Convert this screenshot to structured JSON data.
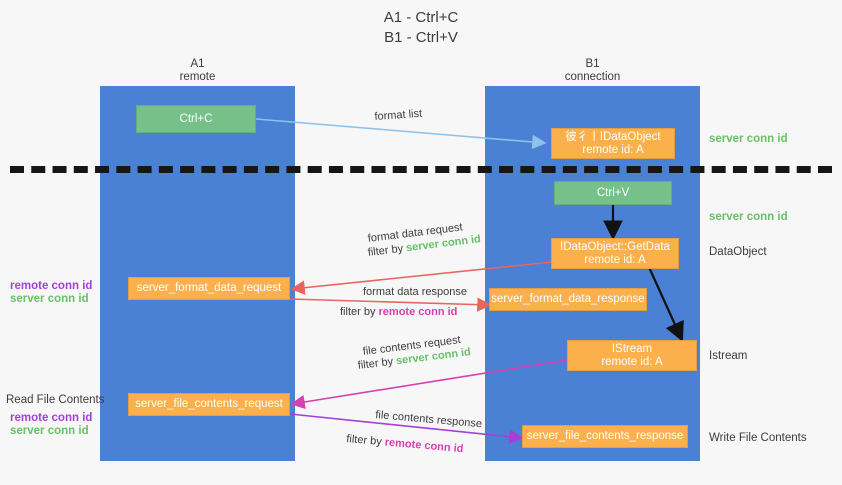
{
  "title": {
    "line1": "A1 - Ctrl+C",
    "line2": "B1 - Ctrl+V"
  },
  "columns": [
    {
      "name": "A1",
      "sub": "remote"
    },
    {
      "name": "B1",
      "sub": "connection"
    }
  ],
  "boxes": {
    "ctrl_c": "Ctrl+C",
    "ctrl_v": "Ctrl+V",
    "idataobject_l1": "彼彳丨IDataObject",
    "idataobject_l2": "remote id: A",
    "getdata_l1": "IDataObject::GetData",
    "getdata_l2": "remote id: A",
    "istream_l1": "IStream",
    "istream_l2": "remote id: A",
    "server_format_data_request": "server_format_data_request",
    "server_format_data_response": "server_format_data_response",
    "server_file_contents_request": "server_file_contents_request",
    "server_file_contents_response": "server_file_contents_response"
  },
  "right_labels": {
    "server_conn_id_1": "server conn id",
    "server_conn_id_2": "server conn id",
    "dataobject": "DataObject",
    "istream": "Istream",
    "write_file_contents": "Write File Contents"
  },
  "left_labels": {
    "remote_conn_id_1": "remote conn id",
    "server_conn_id_1": "server conn id",
    "read_file_contents": "Read File Contents",
    "remote_conn_id_2": "remote conn id",
    "server_conn_id_2": "server conn id"
  },
  "edges": {
    "format_list": "format list",
    "format_data_request": "format data request",
    "filter_by": "filter by",
    "filter_server_conn_id": "server conn id",
    "format_data_response": "format data response",
    "filter_remote_conn_id": "remote conn id",
    "file_contents_request": "file contents request",
    "file_contents_response": "file contents response"
  },
  "colors": {
    "lane": "#4a81d4",
    "green_box": "#76c08a",
    "orange_box": "#fbb04c",
    "green_text": "#6abf69",
    "purple_text": "#a63fd9",
    "magenta_text": "#d83fb0",
    "red_arrow": "#e8645e",
    "blue_arrow": "#8fc2ea",
    "black_arrow": "#111111"
  }
}
